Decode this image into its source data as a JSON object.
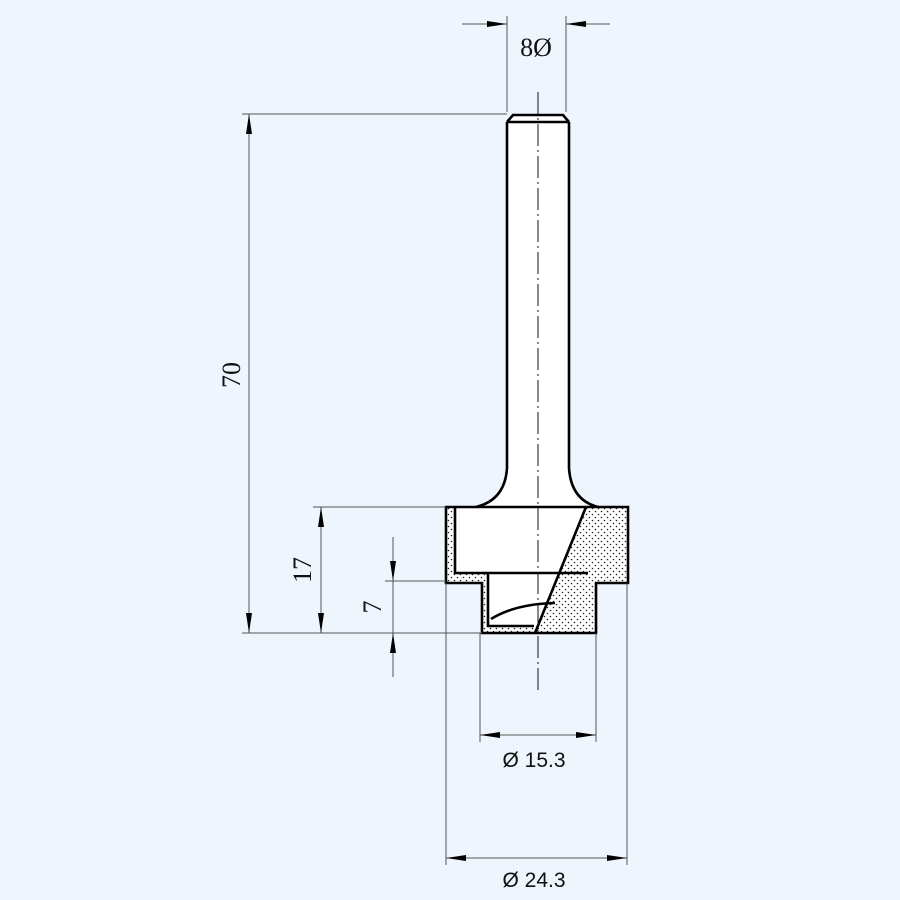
{
  "drawing": {
    "subject": "router bit technical drawing",
    "background_color": "#eef5fd",
    "line_color": "#000000"
  },
  "dimensions": {
    "shank_diameter": {
      "label": "8Ø",
      "value": 8
    },
    "overall_length": {
      "label": "70",
      "value": 70
    },
    "cutter_height": {
      "label": "17",
      "value": 17
    },
    "step_height": {
      "label": "7",
      "value": 7
    },
    "inner_diameter": {
      "label": "Ø 15.3",
      "value": 15.3
    },
    "outer_diameter": {
      "label": "Ø 24.3",
      "value": 24.3
    }
  },
  "icons": {
    "arrowhead": "dimension-arrow",
    "hatch": "carbide-dot-hatch"
  }
}
